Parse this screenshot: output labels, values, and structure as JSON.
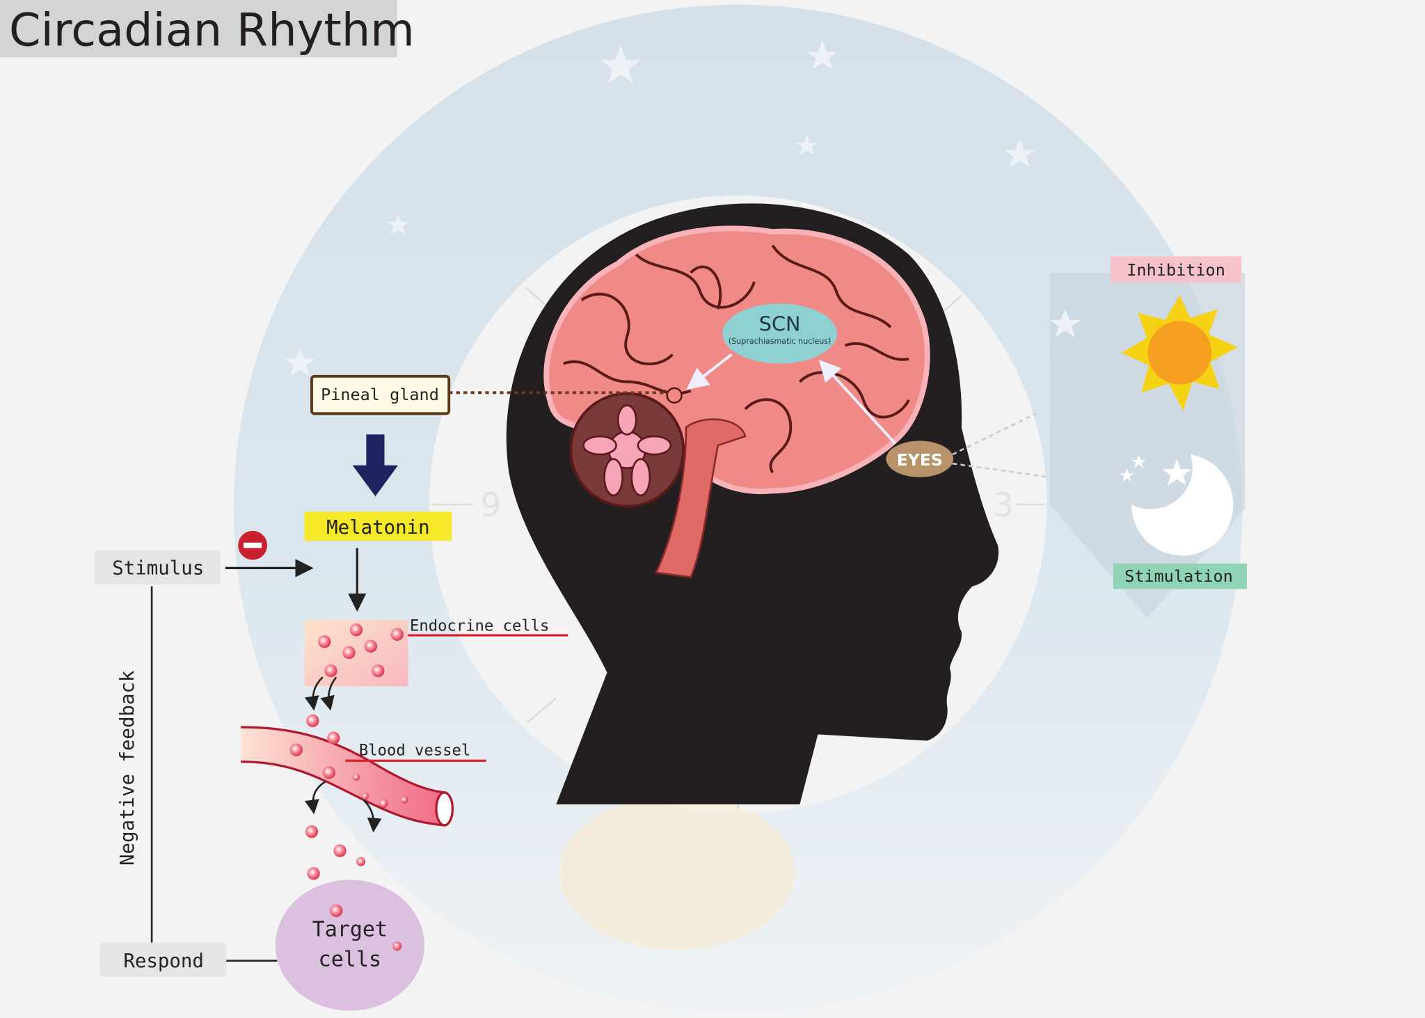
{
  "title": "Circadian Rhythm",
  "labels": {
    "scn": "SCN",
    "scn_full": "(Suprachiasmatic nucleus)",
    "eyes": "EYES",
    "pineal_gland": "Pineal gland",
    "melatonin": "Melatonin",
    "stimulus": "Stimulus",
    "endocrine_cells": "Endocrine cells",
    "blood_vessel": "Blood vessel",
    "negative_feedback": "Negative feedback",
    "respond": "Respond",
    "target_line1": "Target",
    "target_line2": "cells",
    "inhibition": "Inhibition",
    "stimulation": "Stimulation"
  },
  "clock": {
    "nine": "9",
    "three": "3"
  },
  "colors": {
    "title_bg": "#d3d4d6",
    "scn": "#8fd0d2",
    "eyes": "#b8926a",
    "melatonin": "#f5e92a",
    "inhibition": "#f6c3cc",
    "stimulation": "#8fd4b4",
    "brain": "#f08a86",
    "target": "#dcc0e0"
  }
}
